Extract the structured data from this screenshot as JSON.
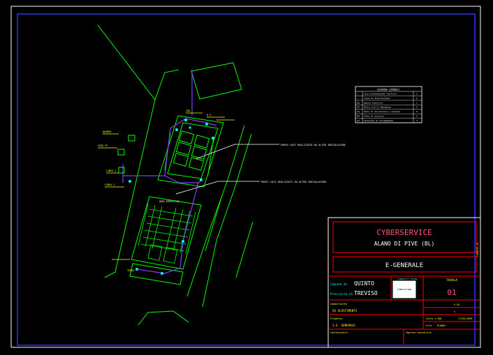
{
  "title_block": {
    "company": "CYBERSERVICE",
    "location": "ALANO DI PIVE (BL)",
    "drawing_title": "E-GENERALE",
    "sheet_label": "TAVOLA",
    "sheet_number": "01",
    "city_label": "Comune di",
    "city_value": "QUINTO",
    "province_label": "Provincia di",
    "province_value": "TREVISO",
    "stamp_label": "Timbro e firma",
    "stamp_text": "Timbro/Logo",
    "client_label": "Committente",
    "client_value": "AS ALESTIMENTI",
    "project_label": "Progetto",
    "project_value": "I.E. GENERALE",
    "coordinator_label": "Coordinatore",
    "notes_label": "Impresa esecutrice",
    "sheet_code": "V.01",
    "revision": "1",
    "scale_line": "Scala 1:200",
    "date": "17/03/2009",
    "file_label": "File",
    "file_value": "PLAN01",
    "side_note": "FORMATO A3"
  },
  "legend": {
    "title": "LEGENDA SIMBOLI",
    "rows": [
      {
        "sym": "~~",
        "desc": "Cavo alimentazione (escluso)",
        "qty": "1"
      },
      {
        "sym": "---",
        "desc": "Linea di distribuzione",
        "qty": "1"
      },
      {
        "sym": "[Q]",
        "desc": "Quadro elettrico",
        "qty": "1"
      },
      {
        "sym": "(O)",
        "desc": "Punto luce di emergenza",
        "qty": "4"
      },
      {
        "sym": "[X]",
        "desc": "Punto di derivazione e cassetta",
        "qty": "6"
      },
      {
        "sym": "[P]",
        "desc": "Presa di servizio",
        "qty": "2"
      },
      {
        "sym": "[T]",
        "desc": "Terminale di collegamento",
        "qty": "3"
      }
    ]
  },
  "annotations": {
    "upper": "PUNTO LUCE REALIZZATO DA ALTRO INSTALLATORE",
    "lower": "PUNTI LUCE REALIZZATI DA ALTRO INSTALLATORE",
    "area_label": "AREA ESPOSITIVA"
  },
  "small_labels": {
    "a": "FEED PT",
    "b": "QUADRO",
    "c": "LINEA 1",
    "d": "LINEA 2",
    "e": "CAB",
    "f": "Q.E.",
    "g": "TERRA"
  },
  "colors": {
    "border": "#2f2fff",
    "outline": "#00ff00",
    "wiring": "#7f3fff",
    "label": "#ffff00",
    "titleblock": "#ff0000",
    "text": "#ffffff",
    "accent": "#00ffff"
  }
}
